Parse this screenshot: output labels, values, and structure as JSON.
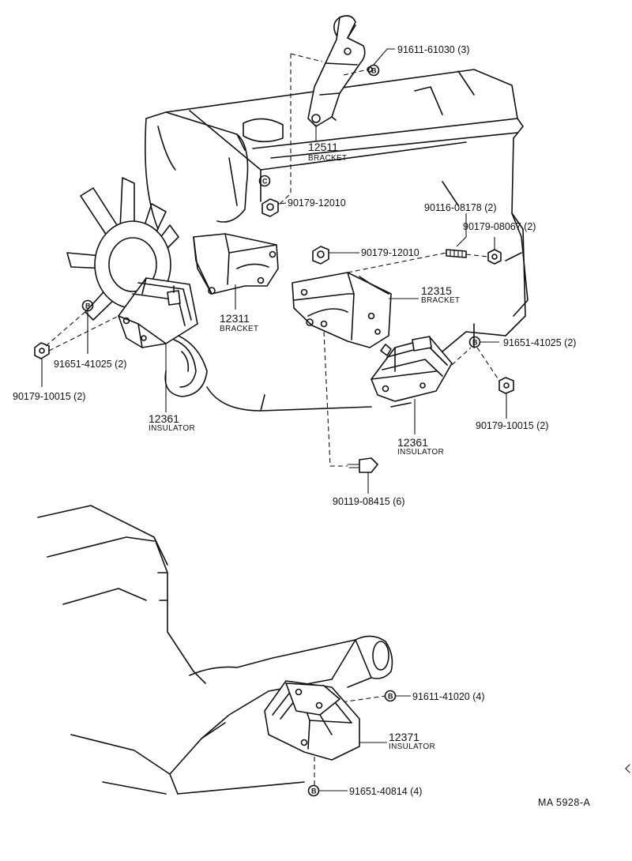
{
  "callouts": {
    "c1": {
      "part_no": "91611-61030 (3)"
    },
    "c2": {
      "code": "12511",
      "name": "BRACKET"
    },
    "c3": {
      "part_no": "90179-12010"
    },
    "c4": {
      "part_no": "90116-08178 (2)"
    },
    "c5": {
      "part_no": "90179-08067 (2)"
    },
    "c6": {
      "part_no": "90179-12010"
    },
    "c7": {
      "code": "12315",
      "name": "BRACKET"
    },
    "c8": {
      "code": "12311",
      "name": "BRACKET"
    },
    "c9": {
      "part_no": "91651-41025 (2)"
    },
    "c10": {
      "part_no": "91651-41025 (2)"
    },
    "c11": {
      "part_no": "90179-10015 (2)"
    },
    "c12": {
      "part_no": "90179-10015 (2)"
    },
    "c13": {
      "code": "12361",
      "name": "INSULATOR"
    },
    "c14": {
      "code": "12361",
      "name": "INSULATOR"
    },
    "c15": {
      "part_no": "90119-08415 (6)"
    },
    "c16": {
      "part_no": "91611-41020 (4)"
    },
    "c17": {
      "code": "12371",
      "name": "INSULATOR"
    },
    "c18": {
      "part_no": "91651-40814 (4)"
    }
  },
  "markers": {
    "bolt": "B",
    "nut": "C"
  },
  "reference": "MA  5928-A"
}
